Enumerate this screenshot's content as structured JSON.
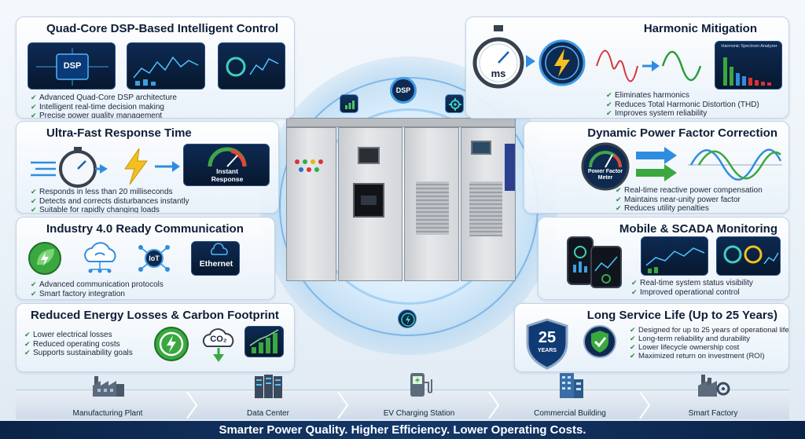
{
  "left_panels": [
    {
      "title": "Quad-Core DSP-Based Intelligent Control",
      "bullets": [
        "Advanced Quad-Core DSP architecture",
        "Intelligent real-time decision making",
        "Precise power quality management"
      ],
      "chip_label": "DSP"
    },
    {
      "title": "Ultra-Fast Response Time",
      "bullets": [
        "Responds in less than 20 milliseconds",
        "Detects and corrects disturbances instantly",
        "Suitable for rapidly changing loads"
      ],
      "gauge_label": "Instant Response"
    },
    {
      "title": "Industry 4.0 Ready Communication",
      "bullets": [
        "Advanced communication protocols",
        "Smart factory integration"
      ],
      "iot_label": "IoT",
      "ethernet_label": "Ethernet"
    },
    {
      "title": "Reduced Energy Losses & Carbon Footprint",
      "bullets": [
        "Lower electrical losses",
        "Reduced operating costs",
        "Supports sustainability goals"
      ],
      "co2_label": "CO₂"
    }
  ],
  "right_panels": [
    {
      "title": "Harmonic Mitigation",
      "bullets": [
        "Eliminates harmonics",
        "Reduces Total Harmonic Distortion (THD)",
        "Improves system reliability"
      ],
      "timer_label": "ms",
      "screen_label": "Harmonic Spectrum Analyzer"
    },
    {
      "title": "Dynamic Power Factor Correction",
      "bullets": [
        "Real-time reactive power compensation",
        "Maintains near-unity power factor",
        "Reduces utility penalties"
      ],
      "meter_label": "Power Factor Meter"
    },
    {
      "title": "Mobile & SCADA Monitoring",
      "bullets": [
        "Real-time system status visibility",
        "Improved operational control"
      ]
    },
    {
      "title": "Long Service Life (Up to 25 Years)",
      "bullets": [
        "Designed for up to 25 years of operational life",
        "Long-term reliability and durability",
        "Lower lifecycle ownership cost",
        "Maximized return on investment (ROI)"
      ],
      "shield_number": "25",
      "shield_text": "YEARS"
    }
  ],
  "center": {
    "dsp_label": "DSP"
  },
  "applications": [
    "Manufacturing Plant",
    "Data Center",
    "EV Charging Station",
    "Commercial Building",
    "Smart Factory"
  ],
  "footer": "Smarter Power Quality. Higher Efficiency. Lower Operating Costs.",
  "colors": {
    "navy": "#0b2347",
    "accent_blue": "#2f8de0",
    "check_green": "#2a8c3a",
    "bolt_yellow": "#f4c020",
    "eco_green": "#3aa83f"
  }
}
